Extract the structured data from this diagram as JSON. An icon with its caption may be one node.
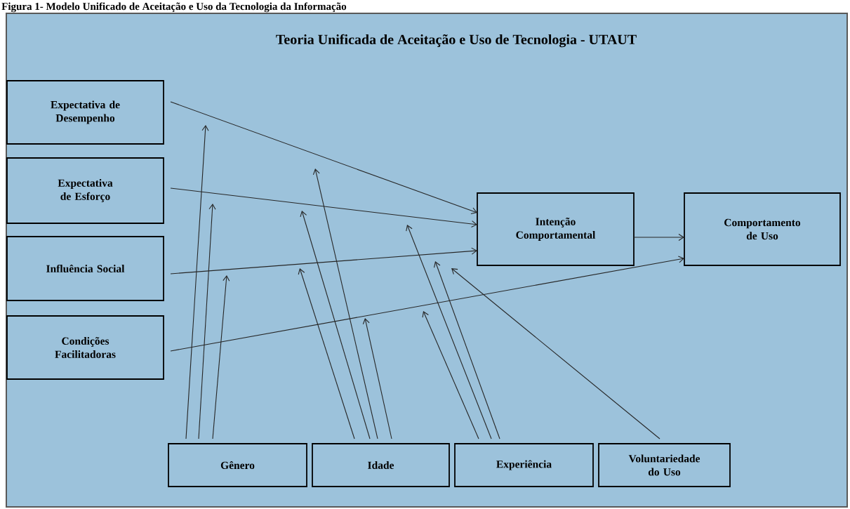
{
  "diagram": {
    "caption": "Figura 1- Modelo Unificado de Aceitação e Uso da Tecnologia da Informação",
    "title": "Teoria Unificada de Aceitação e Uso de Tecnologia - UTAUT",
    "nodes": [
      {
        "text": [
          "Expectativa de Desempenho"
        ]
      },
      {
        "text": [
          "Expectativa de Esforço"
        ]
      },
      {
        "text": [
          "Influência Social"
        ]
      },
      {
        "text": [
          "Condições Facilitadoras"
        ]
      },
      {
        "text": [
          "Intenção Comportamental"
        ]
      },
      {
        "text": [
          "Comportamento de Uso"
        ]
      },
      {
        "text": [
          "Gênero"
        ]
      },
      {
        "text": [
          "Idade"
        ]
      },
      {
        "text": [
          "Experiência"
        ]
      },
      {
        "text": [
          "Voluntariedade do Uso"
        ]
      }
    ],
    "edges": [
      {
        "from": 0,
        "to": 4,
        "arrow": "to"
      },
      {
        "from": 1,
        "to": 4,
        "arrow": "to"
      },
      {
        "from": 2,
        "to": 4,
        "arrow": "to"
      },
      {
        "from": 3,
        "to": 5,
        "arrow": "to"
      },
      {
        "from": 4,
        "to": 5,
        "arrow": "to"
      },
      {
        "from": 6,
        "to": null,
        "arrow": "to"
      },
      {
        "from": 6,
        "to": null,
        "arrow": "to"
      },
      {
        "from": 6,
        "to": null,
        "arrow": "to"
      },
      {
        "from": 7,
        "to": null,
        "arrow": "to"
      },
      {
        "from": 7,
        "to": null,
        "arrow": "to"
      },
      {
        "from": 7,
        "to": null,
        "arrow": "to"
      },
      {
        "from": 7,
        "to": null,
        "arrow": "to"
      },
      {
        "from": 8,
        "to": null,
        "arrow": "to"
      },
      {
        "from": 8,
        "to": null,
        "arrow": "to"
      },
      {
        "from": 8,
        "to": null,
        "arrow": "to"
      },
      {
        "from": 9,
        "to": null,
        "arrow": "to"
      }
    ]
  }
}
